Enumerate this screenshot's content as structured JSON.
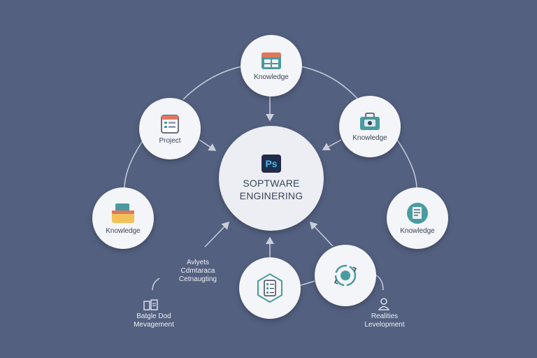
{
  "center": {
    "line1": "SOPTWARE",
    "line2": "ENGINERING",
    "icon_text": "Ps",
    "icon": "photoshop-icon"
  },
  "nodes": [
    {
      "label": "Knowledge",
      "icon": "spreadsheet-icon"
    },
    {
      "label": "Project",
      "icon": "calendar-list-icon"
    },
    {
      "label": "Knowledge",
      "icon": "briefcase-icon"
    },
    {
      "label": "Knowledge",
      "icon": "folder-box-icon"
    },
    {
      "label": "Knowledge",
      "icon": "document-icon"
    },
    {
      "label": "",
      "icon": "checklist-shield-icon"
    },
    {
      "label": "",
      "icon": "refresh-cycle-icon"
    }
  ],
  "annotations": {
    "middle_left": [
      "Avlyets",
      "Cdmtaraca",
      "Cetnaugting"
    ],
    "bottom_left": [
      "Batgle Dod",
      "Mevagement"
    ],
    "bottom_right": [
      "Realities",
      "Levelopment"
    ]
  },
  "colors": {
    "background": "#536080",
    "node_fill": "#f4f5f8",
    "connector": "#c9cedb",
    "accent_teal": "#4a9ba0",
    "accent_orange": "#e0785a",
    "accent_yellow": "#f2c15a"
  }
}
